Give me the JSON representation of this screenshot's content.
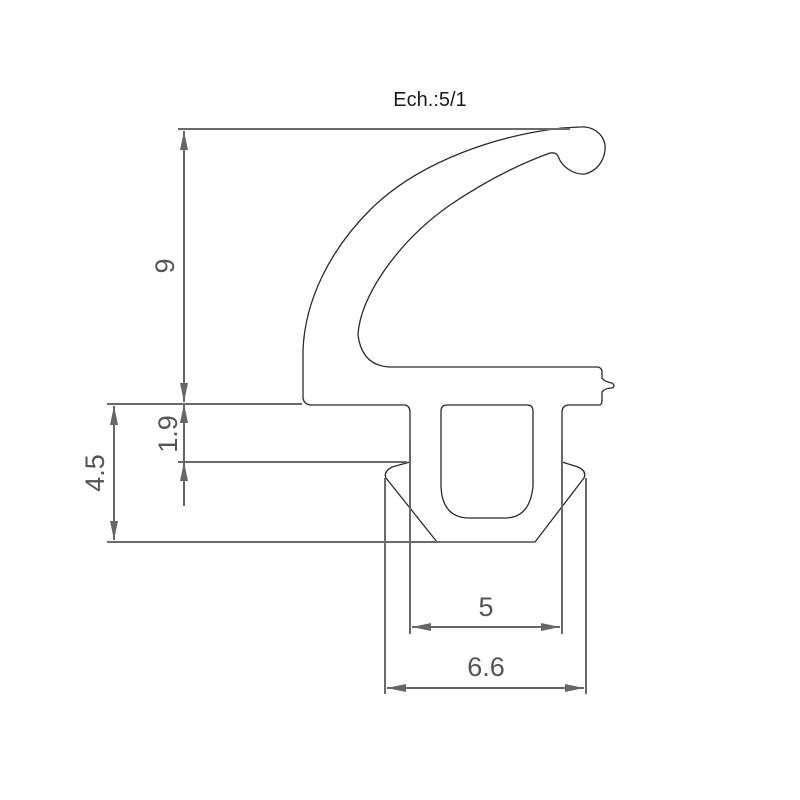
{
  "drawing": {
    "scale_label": "Ech.:5/1",
    "line_color": "#2b2b2b",
    "dimension_color": "#666666",
    "dimensions": {
      "overall_height": {
        "label": "9",
        "orientation": "vertical"
      },
      "base_step": {
        "label": "1.9",
        "orientation": "vertical"
      },
      "base_height": {
        "label": "4.5",
        "orientation": "vertical"
      },
      "inner_width": {
        "label": "5",
        "orientation": "horizontal"
      },
      "outer_width": {
        "label": "6.6",
        "orientation": "horizontal"
      }
    }
  }
}
